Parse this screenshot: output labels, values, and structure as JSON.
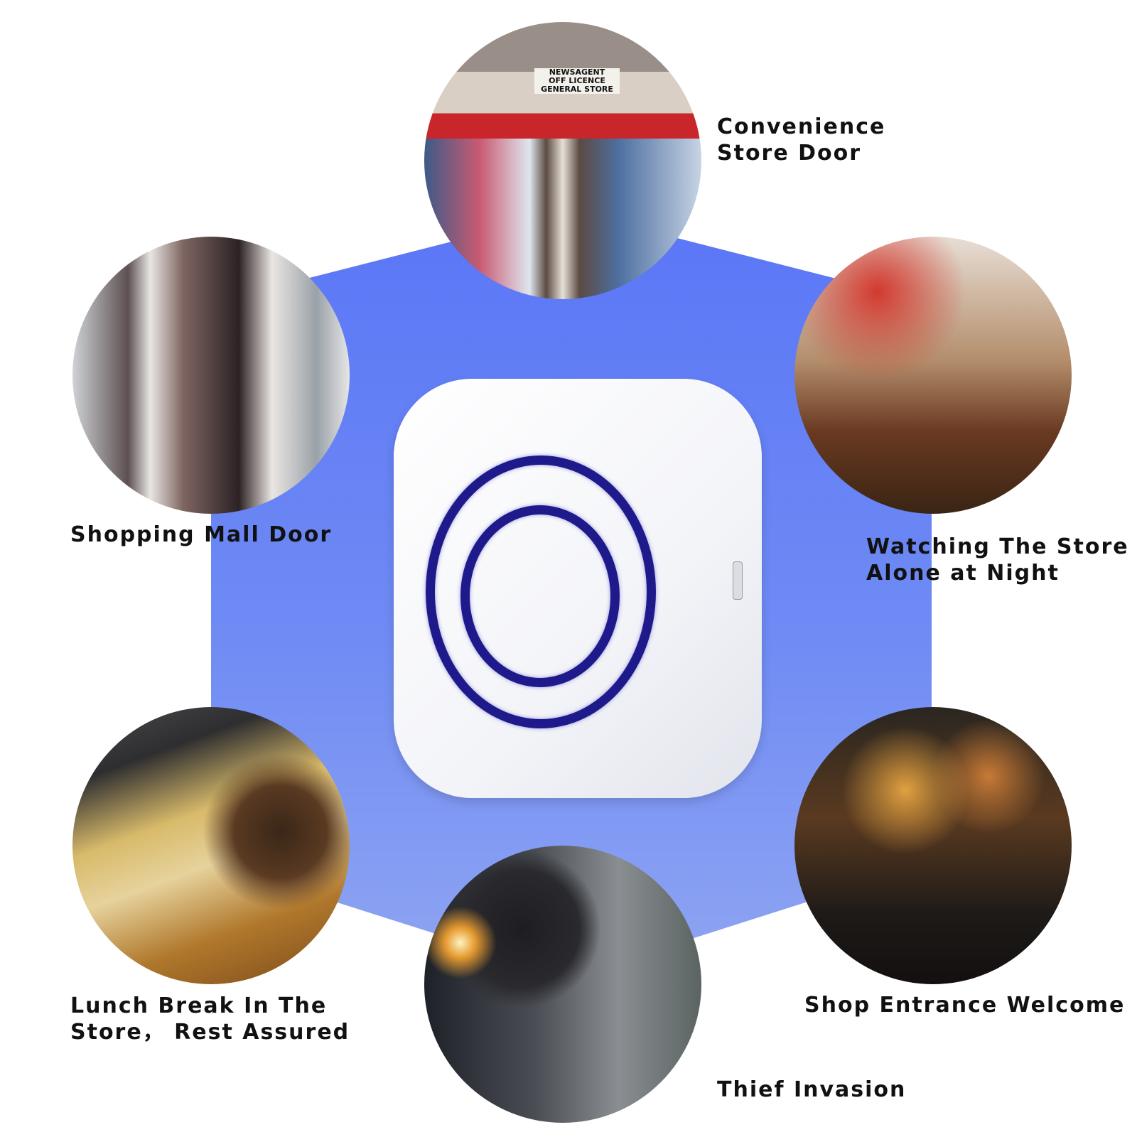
{
  "scenes": [
    {
      "id": "convenience-store-door",
      "label_line1": "Convenience",
      "label_line2": "Store Door",
      "sign_line1": "NEWSAGENT",
      "sign_line2": "OFF LICENCE",
      "sign_line3": "GENERAL STORE"
    },
    {
      "id": "shopping-mall-door",
      "label_line1": "Shopping Mall Door"
    },
    {
      "id": "watching-store-night",
      "label_line1": "Watching The Store",
      "label_line2": "Alone at Night"
    },
    {
      "id": "lunch-break",
      "label_line1": "Lunch Break In The",
      "label_line2": "Store， Rest Assured"
    },
    {
      "id": "shop-entrance",
      "label_line1": "Shop Entrance Welcome"
    },
    {
      "id": "thief-invasion",
      "label_line1": "Thief Invasion"
    }
  ],
  "colors": {
    "hexagon": "#5a76f6",
    "ring": "#1e1a8c",
    "device": "#ffffff"
  }
}
